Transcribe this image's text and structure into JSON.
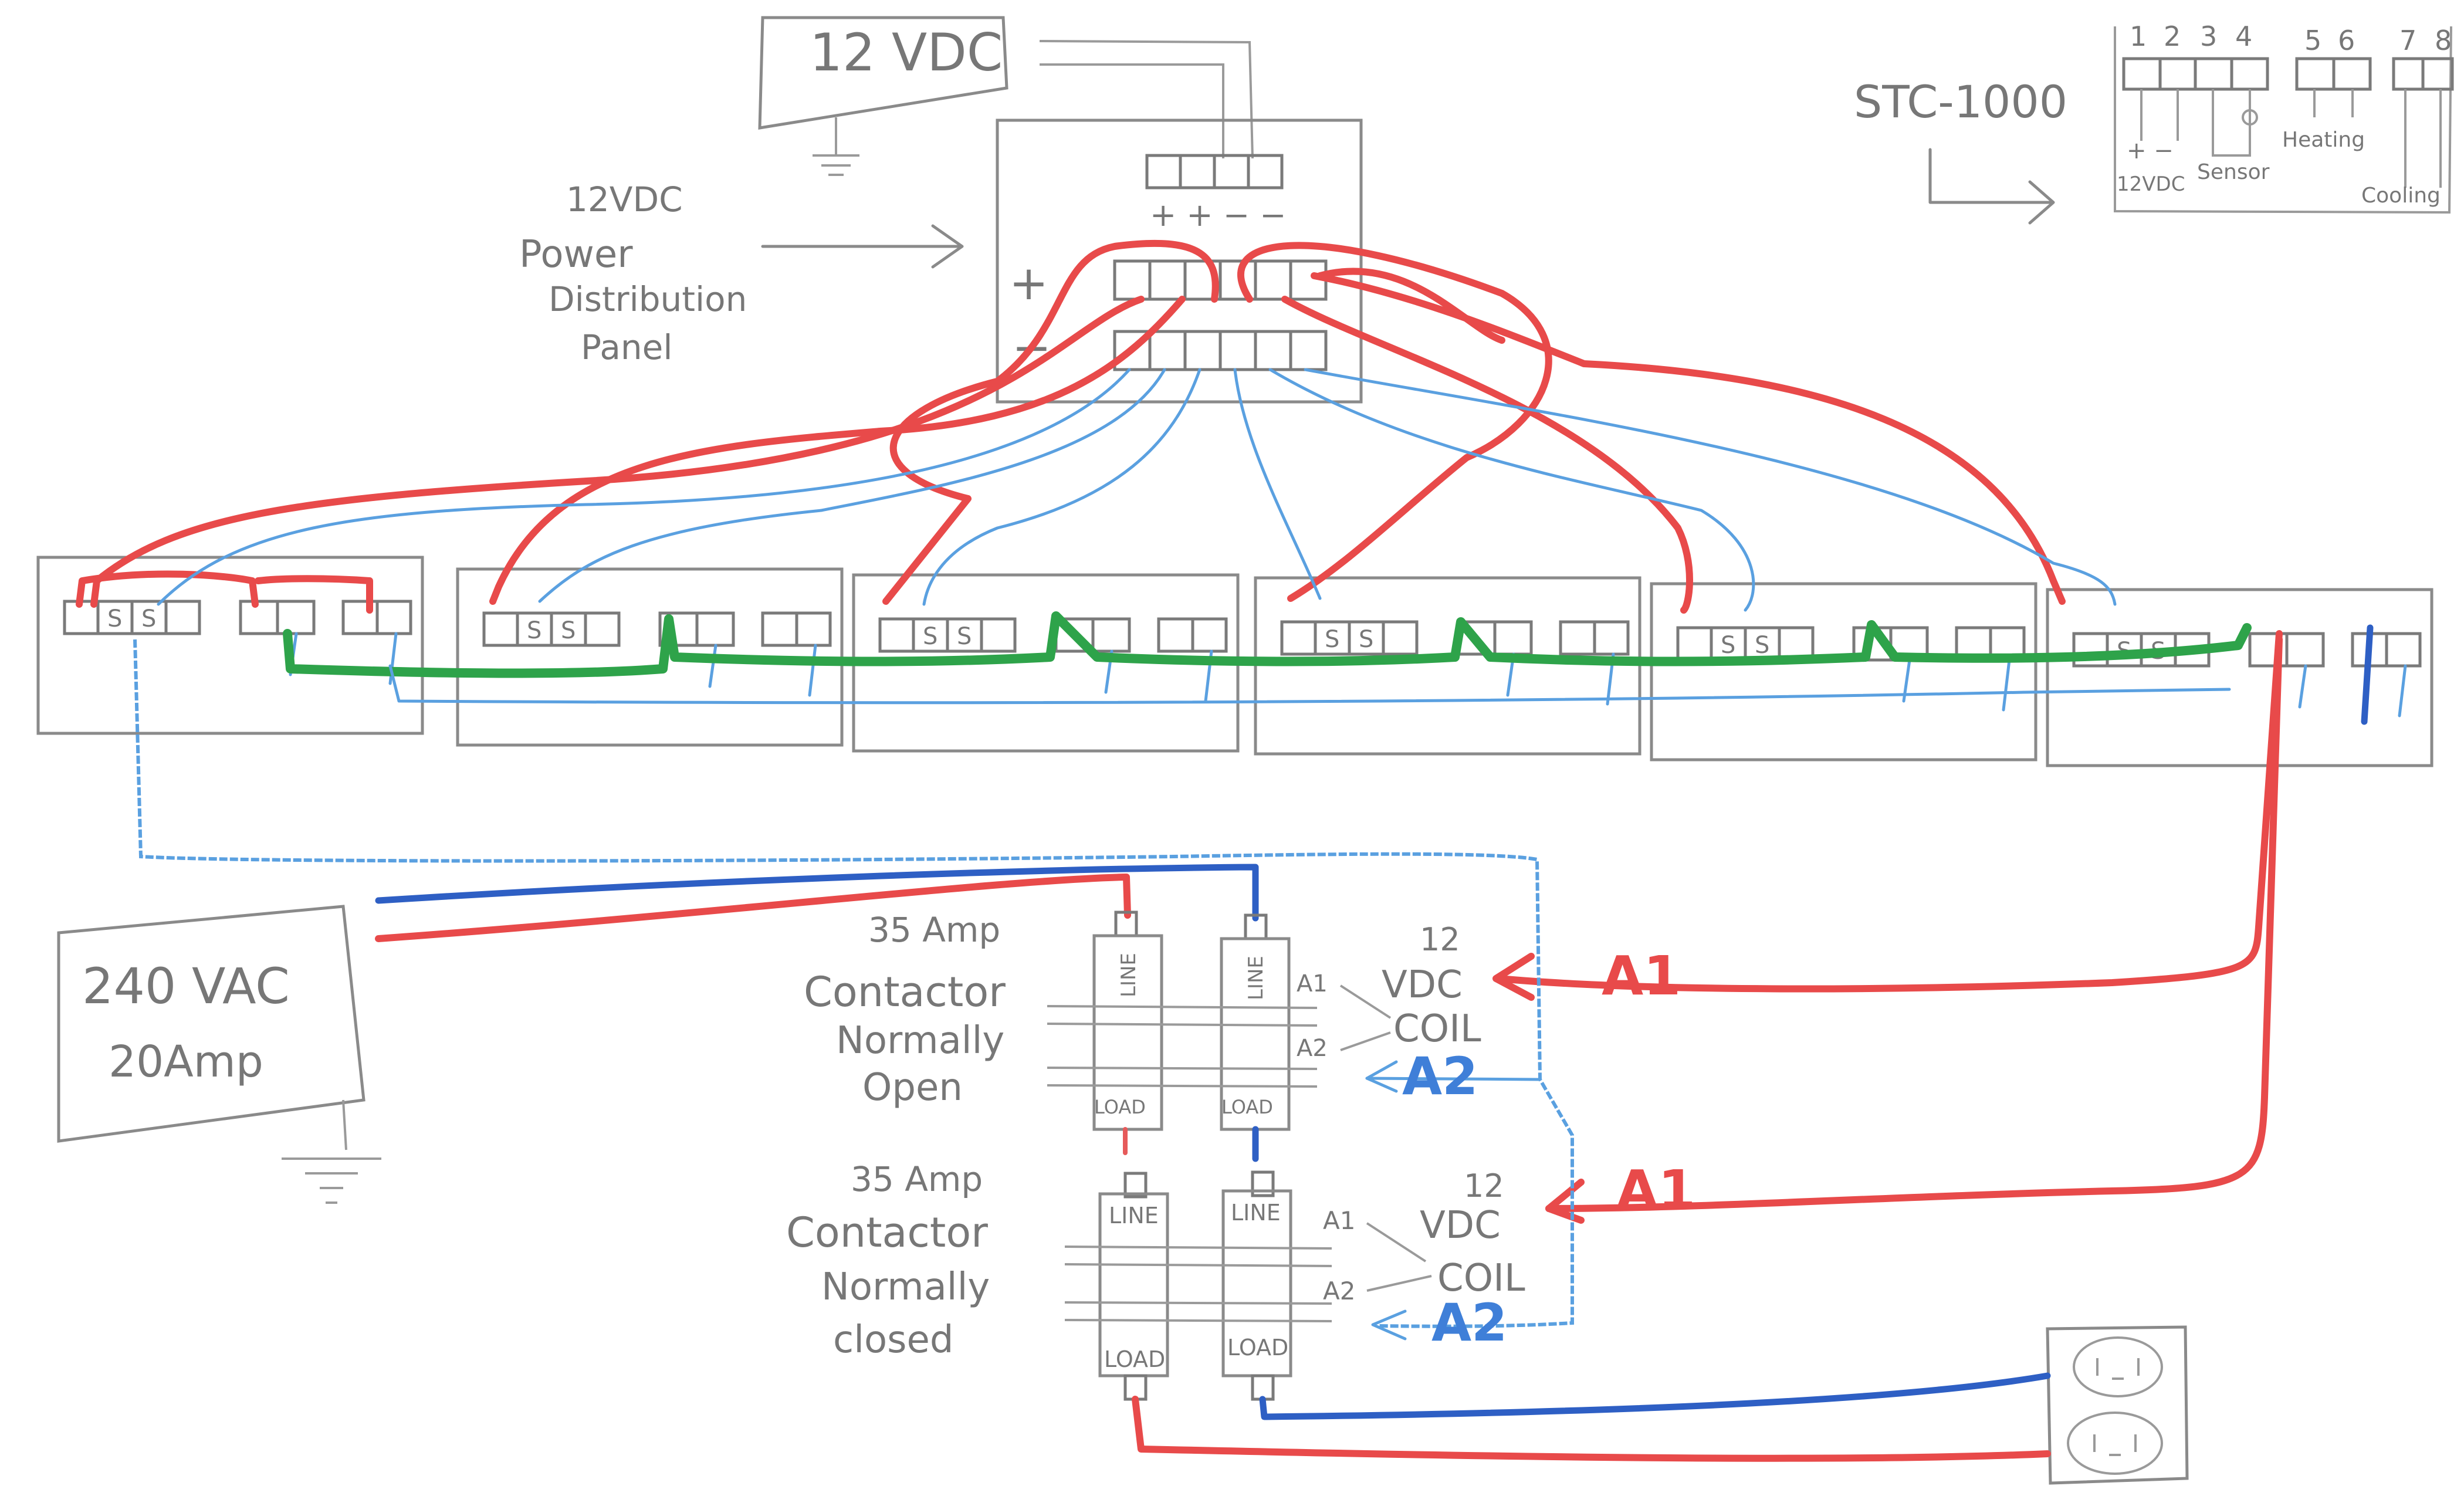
{
  "power_supply": {
    "label": "12 VDC"
  },
  "distribution_panel": {
    "caption_line1": "12VDC",
    "caption_line2": "Power",
    "caption_line3": "Distribution",
    "caption_line4": "Panel",
    "plus_label": "+",
    "minus_label": "−",
    "input_terminal_labels": "+ + − −"
  },
  "stc_legend": {
    "title": "STC-1000",
    "terminal_numbers": [
      "1",
      "2",
      "3",
      "4",
      "5",
      "6",
      "7",
      "8"
    ],
    "label_12vdc": "12VDC",
    "label_plus_minus": "+  −",
    "label_sensor": "Sensor",
    "label_heating": "Heating",
    "label_cooling": "Cooling"
  },
  "controller_terminal_text": "S",
  "mains": {
    "line1": "240 VAC",
    "line2": "20Amp"
  },
  "contactor_no": {
    "line1": "35 Amp",
    "line2": "Contactor",
    "line3": "Normally",
    "line4": "Open",
    "line_label": "LINE",
    "load_label": "LOAD",
    "a1": "A1",
    "a2": "A2",
    "coil_line1": "12",
    "coil_line2": "VDC",
    "coil_line3": "COIL",
    "wire_a1": "A1",
    "wire_a2": "A2"
  },
  "contactor_nc": {
    "line1": "35 Amp",
    "line2": "Contactor",
    "line3": "Normally",
    "line4": "closed",
    "line_label": "LINE",
    "load_label": "LOAD",
    "a1": "A1",
    "a2": "A2",
    "coil_line1": "12",
    "coil_line2": "VDC",
    "coil_line3": "COIL",
    "wire_a1": "A1",
    "wire_a2": "A2"
  },
  "colors": {
    "red_wire": "#e84a4a",
    "blue_wire": "#2e5fc4",
    "light_blue_wire": "#5aa0e0",
    "green_wire": "#2ea34a",
    "pencil": "#8a8a8a"
  }
}
